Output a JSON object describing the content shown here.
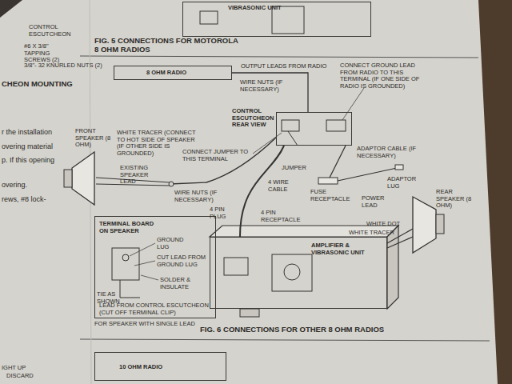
{
  "diagram": {
    "nodes": [
      {
        "text": [
          "VIBRASONIC UNIT"
        ]
      },
      {
        "text": [
          "8 OHM RADIO"
        ]
      },
      {
        "text": [
          "CONTROL ESCUTCHEON REAR VIEW"
        ]
      },
      {
        "text": [
          "AMPLIFIER & VIBRASONIC UNIT"
        ]
      },
      {
        "text": [
          "TERMINAL BOARD ON SPEAKER"
        ]
      },
      {
        "text": [
          "10 OHM RADIO"
        ]
      }
    ],
    "edges": [
      {
        "from": 1,
        "to": 2,
        "label": "OUTPUT LEADS FROM RADIO",
        "arrow": "none"
      },
      {
        "from": 2,
        "to": 3,
        "label": "4 WIRE CABLE",
        "arrow": "none"
      }
    ],
    "labels": [
      "CONTROL ESCUTCHEON",
      "#6 X 3/8\" TAPPING SCREWS (2)",
      "3/8\"- 32 KNURLED NUTS (2)",
      "FIG. 5 CONNECTIONS FOR MOTOROLA 8 OHM RADIOS",
      "CHEON MOUNTING",
      "r the installation",
      "overing material",
      "p. If this opening",
      "overing.",
      "rews, #8 lock-",
      "WIRE NUTS (IF NECESSARY)",
      "CONNECT GROUND LEAD FROM RADIO TO THIS TERMINAL (IF ONE SIDE OF RADIO IS GROUNDED)",
      "ADAPTOR CABLE (IF NECESSARY)",
      "CONNECT JUMPER TO THIS TERMINAL",
      "JUMPER",
      "FUSE RECEPTACLE",
      "POWER LEAD",
      "ADAPTOR LUG",
      "REAR SPEAKER (8 OHM)",
      "WHITE DOT",
      "WHITE TRACER",
      "FRONT SPEAKER (8 OHM)",
      "WHITE TRACER (CONNECT TO HOT SIDE OF SPEAKER (IF OTHER SIDE IS GROUNDED)",
      "EXISTING SPEAKER LEAD",
      "WIRE NUTS (IF NECESSARY)",
      "4 PIN PLUG",
      "4 PIN RECEPTACLE",
      "GROUND LUG",
      "CUT LEAD FROM GROUND LUG",
      "SOLDER & INSULATE",
      "TIE AS SHOWN",
      "LEAD FROM CONTROL ESCUTCHEON (CUT OFF TERMINAL CLIP)",
      "FOR SPEAKER WITH SINGLE LEAD",
      "FIG. 6 CONNECTIONS FOR OTHER 8 OHM RADIOS",
      "IGHT UP",
      "DISCARD"
    ]
  }
}
